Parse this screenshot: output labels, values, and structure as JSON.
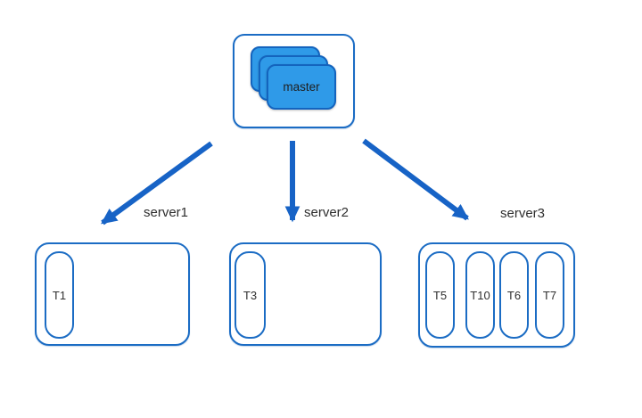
{
  "diagram": {
    "master": {
      "label": "master"
    },
    "servers": [
      {
        "label": "server1",
        "tablets": [
          "T1"
        ]
      },
      {
        "label": "server2",
        "tablets": [
          "T3"
        ]
      },
      {
        "label": "server3",
        "tablets": [
          "T5",
          "T10",
          "T6",
          "T7"
        ]
      }
    ],
    "colors": {
      "outline_blue": "#1b6cc4",
      "arrow_blue": "#1763c6",
      "card_fill_blue": "#2f9ae8",
      "card_border_blue": "#1464be",
      "label_text": "#2e2e2e"
    }
  }
}
